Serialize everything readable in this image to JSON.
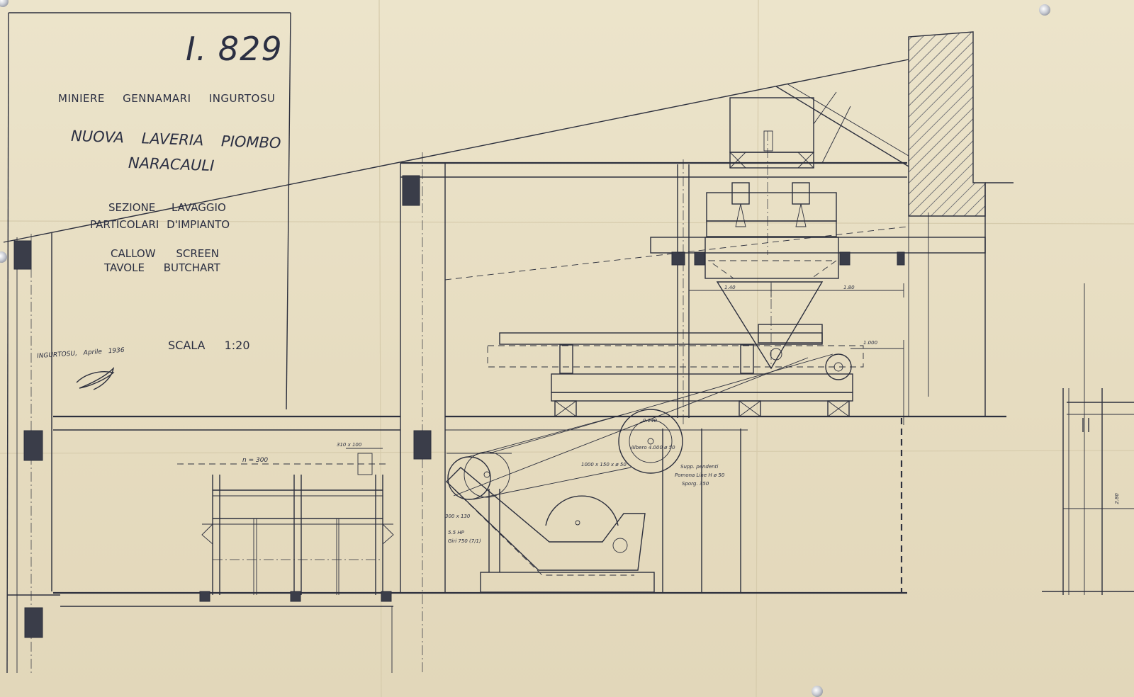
{
  "title_block": {
    "sheet_number": "I. 829",
    "company": "MINIERE GENNAMARI INGURTOSU",
    "plant_line1": "NUOVA LAVERIA PIOMBO",
    "plant_line2": "NARACAULI",
    "section_line1": "SEZIONE LAVAGGIO",
    "section_line2": "PARTICOLARI D'IMPIANTO",
    "equipment_line1": "CALLOW SCREEN",
    "equipment_line2": "TAVOLE BUTCHART",
    "scale": "SCALA 1:20",
    "place_date": "INGURTOSU, Aprile 1936"
  },
  "dimensions": {
    "span_left": "1.40",
    "span_right": "1.80",
    "height_right": "2.80",
    "offset": "1.000",
    "pulley_small": "0.140",
    "shaft": "Albero 4.000 ø 50",
    "pulley_large": "1000 x 150 x ø 50",
    "width_mark": "n = 300",
    "beam_size": "310 x 100"
  },
  "motor": {
    "pulley": "300 x 130",
    "power": "5.5 HP",
    "speed": "Giri 750 (7/1)"
  },
  "bearings": {
    "line1": "Supp. pendenti",
    "line2": "Pomona Line H ø 50",
    "line3": "Sporg. 350"
  },
  "colors": {
    "paper": "#e9e1c8",
    "ink": "#2c2f3d",
    "hatch": "#454959"
  }
}
